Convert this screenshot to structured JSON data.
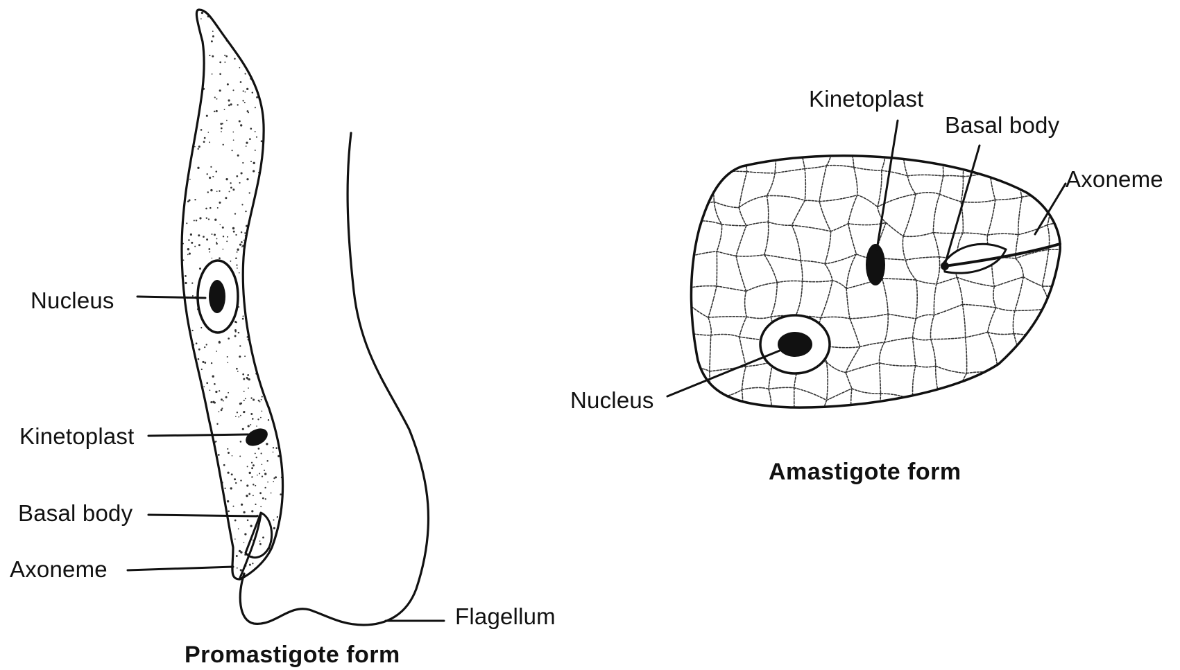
{
  "promastigote": {
    "caption": "Promastigote form",
    "labels": {
      "nucleus": "Nucleus",
      "kinetoplast": "Kinetoplast",
      "basal_body": "Basal body",
      "axoneme": "Axoneme",
      "flagellum": "Flagellum"
    }
  },
  "amastigote": {
    "caption": "Amastigote form",
    "labels": {
      "kinetoplast": "Kinetoplast",
      "basal_body": "Basal body",
      "axoneme": "Axoneme",
      "nucleus": "Nucleus"
    }
  },
  "colors": {
    "ink": "#111111",
    "background": "#ffffff"
  }
}
